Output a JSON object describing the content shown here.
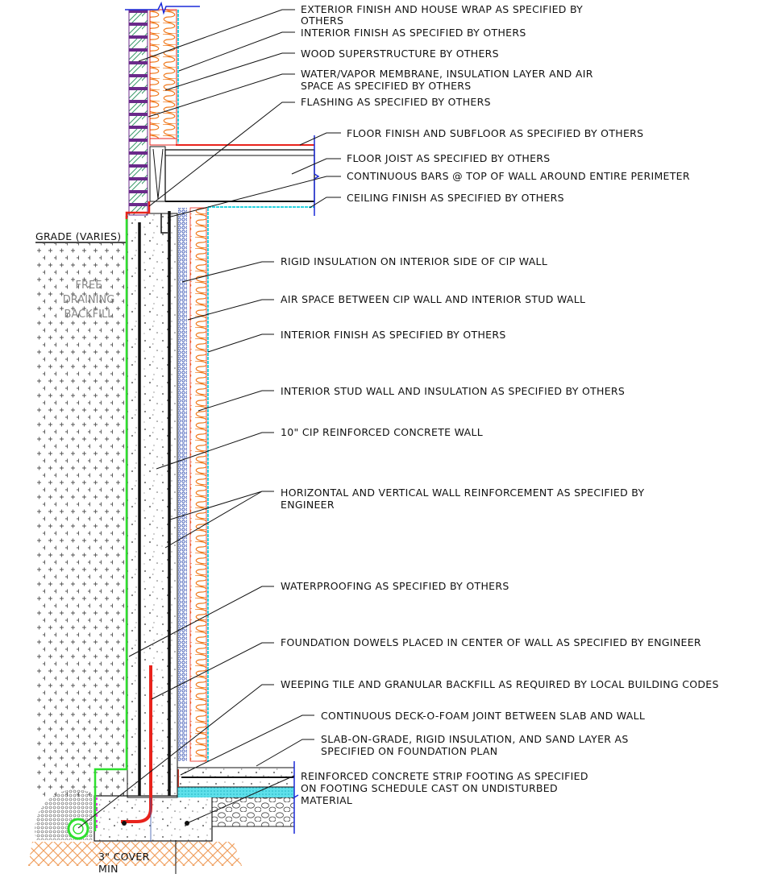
{
  "labels": {
    "exterior_finish": [
      "EXTERIOR FINISH AND HOUSE WRAP AS SPECIFIED BY",
      "OTHERS"
    ],
    "interior_finish_top": "INTERIOR FINISH AS SPECIFIED BY OTHERS",
    "wood_superstructure": "WOOD SUPERSTRUCTURE  BY OTHERS",
    "membrane": [
      "WATER/VAPOR MEMBRANE, INSULATION LAYER AND AIR",
      "SPACE AS SPECIFIED BY OTHERS"
    ],
    "flashing": "FLASHING AS SPECIFIED BY OTHERS",
    "floor_finish": "FLOOR FINISH AND SUBFLOOR AS SPECIFIED BY OTHERS",
    "floor_joist": "FLOOR JOIST AS SPECIFIED BY OTHERS",
    "continuous_bars": "CONTINUOUS BARS @ TOP OF WALL AROUND ENTIRE PERIMETER",
    "ceiling_finish": "CEILING FINISH AS SPECIFIED BY OTHERS",
    "rigid_insulation": "RIGID INSULATION ON INTERIOR SIDE OF CIP WALL",
    "air_space": "AIR SPACE BETWEEN CIP WALL AND INTERIOR STUD WALL",
    "interior_finish": "INTERIOR FINISH AS SPECIFIED BY OTHERS",
    "stud_wall": "INTERIOR STUD WALL AND INSULATION AS SPECIFIED BY OTHERS",
    "cip_wall": "10\" CIP REINFORCED CONCRETE WALL",
    "reinforcement": [
      "HORIZONTAL AND VERTICAL WALL REINFORCEMENT AS SPECIFIED BY",
      "ENGINEER"
    ],
    "waterproofing": "WATERPROOFING AS SPECIFIED BY OTHERS",
    "dowels": "FOUNDATION DOWELS PLACED IN CENTER OF WALL AS SPECIFIED BY ENGINEER",
    "weeping_tile": "WEEPING TILE AND GRANULAR BACKFILL AS REQUIRED BY LOCAL BUILDING CODES",
    "deck_o_foam": "CONTINUOUS DECK-O-FOAM JOINT BETWEEN SLAB AND WALL",
    "slab": [
      "SLAB-ON-GRADE, RIGID INSULATION, AND SAND LAYER AS",
      "SPECIFIED ON FOUNDATION PLAN"
    ],
    "footing": [
      "REINFORCED CONCRETE STRIP FOOTING AS SPECIFIED",
      "ON FOOTING SCHEDULE CAST ON UNDISTURBED",
      "MATERIAL"
    ],
    "grade": "GRADE (VARIES)",
    "backfill": [
      "FREE",
      "DRAINING",
      "BACKFILL"
    ],
    "cover": [
      "3\" COVER",
      "MIN"
    ]
  },
  "colors": {
    "insulation": "#f07a1e",
    "red": "#e8231c",
    "green": "#2ee02e",
    "cyan": "#2ad4e0",
    "blue": "#1a2ad8",
    "purple": "#6a2a8a",
    "brickHatch": "#3a9a6a",
    "soil": "#f0a060"
  }
}
